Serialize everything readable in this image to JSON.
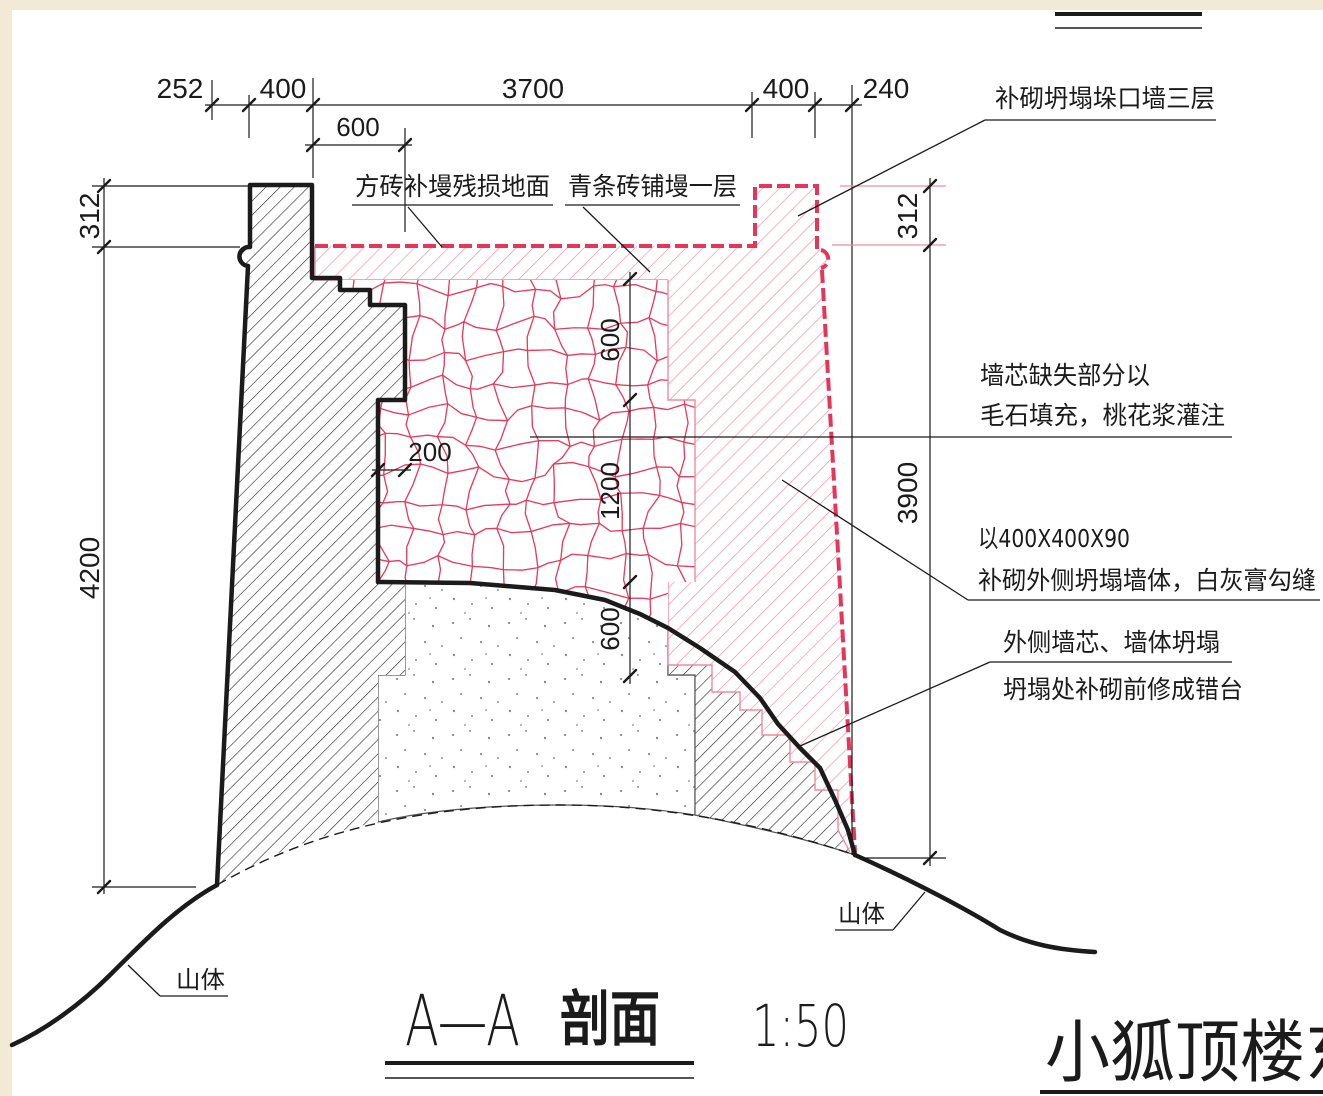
{
  "dimensions": {
    "top": [
      "252",
      "400",
      "3700",
      "400",
      "240"
    ],
    "top_sub": "600",
    "left": [
      "312",
      "4200"
    ],
    "right": [
      "312",
      "3900"
    ],
    "inner": [
      "600",
      "1200",
      "600"
    ],
    "inner_offset": "200"
  },
  "notes": {
    "battlement": "补砌坍塌垛口墙三层",
    "floor_patch": "方砖补墁残损地面",
    "brick_layer": "青条砖铺墁一层",
    "core_fill": [
      "墙芯缺失部分以",
      "毛石填充，桃花浆灌注"
    ],
    "outer_wall": [
      "以400X400X90",
      "补砌外侧坍塌墙体，白灰膏勾缝"
    ],
    "collapse": [
      "外侧墙芯、墙体坍塌",
      "坍塌处补砌前修成错台"
    ],
    "mountain": [
      "山体",
      "山体"
    ]
  },
  "title": {
    "section": "A—A",
    "name": "剖面",
    "scale": "1:50"
  },
  "sheet_title": "小狐顶楼东",
  "colors": {
    "ink": "#1b1b1b",
    "restoration_red": "#e5365a",
    "restoration_pink": "#f08aa0",
    "core_dots": "#8a8a8a",
    "paper": "#ffffff",
    "background": "#f3ead6"
  }
}
